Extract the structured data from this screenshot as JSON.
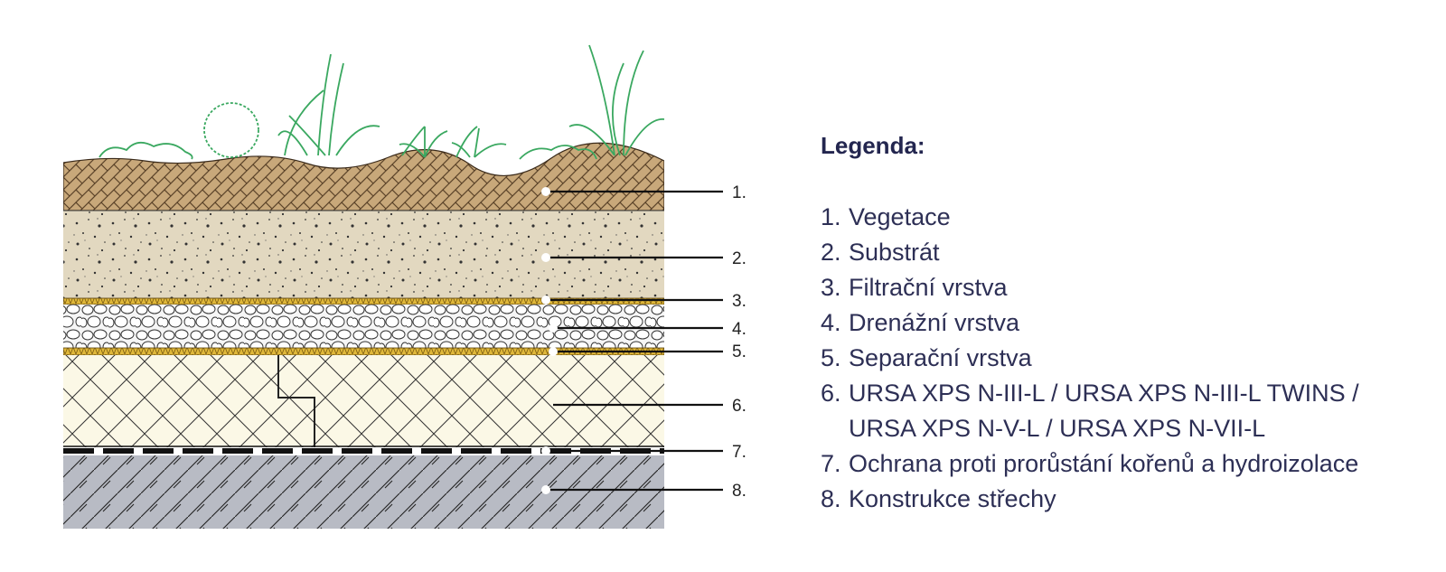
{
  "legend": {
    "title": "Legenda:",
    "items": [
      {
        "number": "1.",
        "text": "Vegetace"
      },
      {
        "number": "2.",
        "text": "Substrát"
      },
      {
        "number": "3.",
        "text": "Filtrační vrstva"
      },
      {
        "number": "4.",
        "text": "Drenážní vrstva"
      },
      {
        "number": "5.",
        "text": "Separační vrstva"
      },
      {
        "number": "6.",
        "text": "URSA XPS N-III-L / URSA XPS N-III-L TWINS /\nURSA XPS N-V-L / URSA XPS N-VII-L"
      },
      {
        "number": "7.",
        "text": "Ochrana proti prorůstání kořenů a hydroizolace"
      },
      {
        "number": "8.",
        "text": "Konstrukce střechy"
      }
    ]
  },
  "diagram": {
    "callouts": [
      "1.",
      "2.",
      "3.",
      "4.",
      "5.",
      "6.",
      "7.",
      "8."
    ],
    "colors": {
      "vegetation_soil": "#c8a87a",
      "substrate": "#e2d8c0",
      "filter_layer": "#e0b83a",
      "drainage": "#f2f2f2",
      "insulation": "#fbf8e6",
      "waterproofing": "#111111",
      "roof_structure": "#b8bbc4",
      "plants": "#3aa860"
    }
  }
}
